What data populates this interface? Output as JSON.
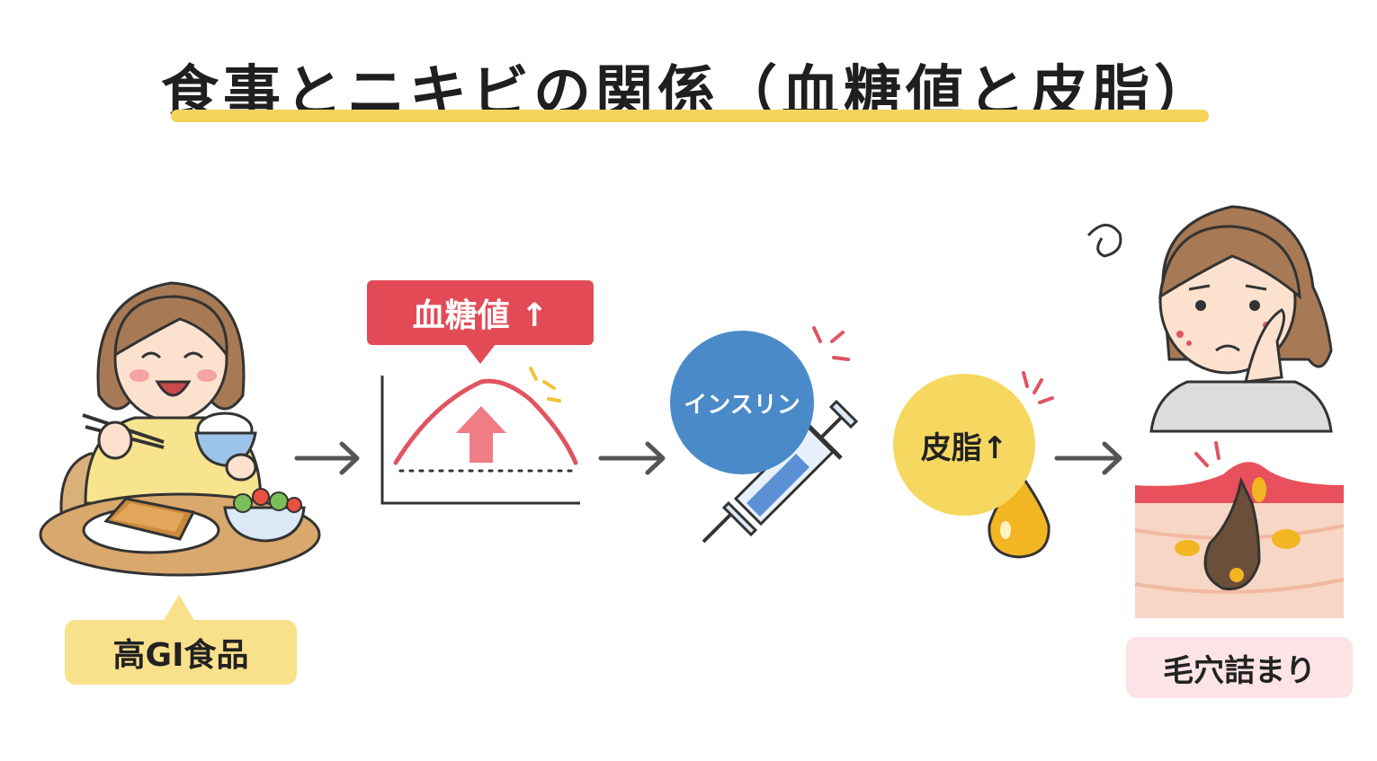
{
  "title": "食事とニキビの関係（血糖値と皮脂）",
  "steps": {
    "food_label": "高GI食品",
    "blood_sugar_label": "血糖値 ↑",
    "insulin_label": "インスリン",
    "sebum_label": "皮脂↑",
    "pore_label": "毛穴詰まり"
  },
  "colors": {
    "title_underline": "#f6d35c",
    "food_label_bg": "#f9e08a",
    "blood_sugar_label_bg": "#e24b56",
    "insulin_circle": "#4a8ac9",
    "sebum_circle": "#f6d860",
    "pore_label_bg": "#fbe3e6",
    "arrow": "#555555"
  },
  "icons": [
    "woman-eating-icon",
    "blood-sugar-curve-icon",
    "syringe-icon",
    "oil-drop-icon",
    "worried-woman-icon",
    "clogged-pore-icon",
    "flow-arrow-icon"
  ]
}
